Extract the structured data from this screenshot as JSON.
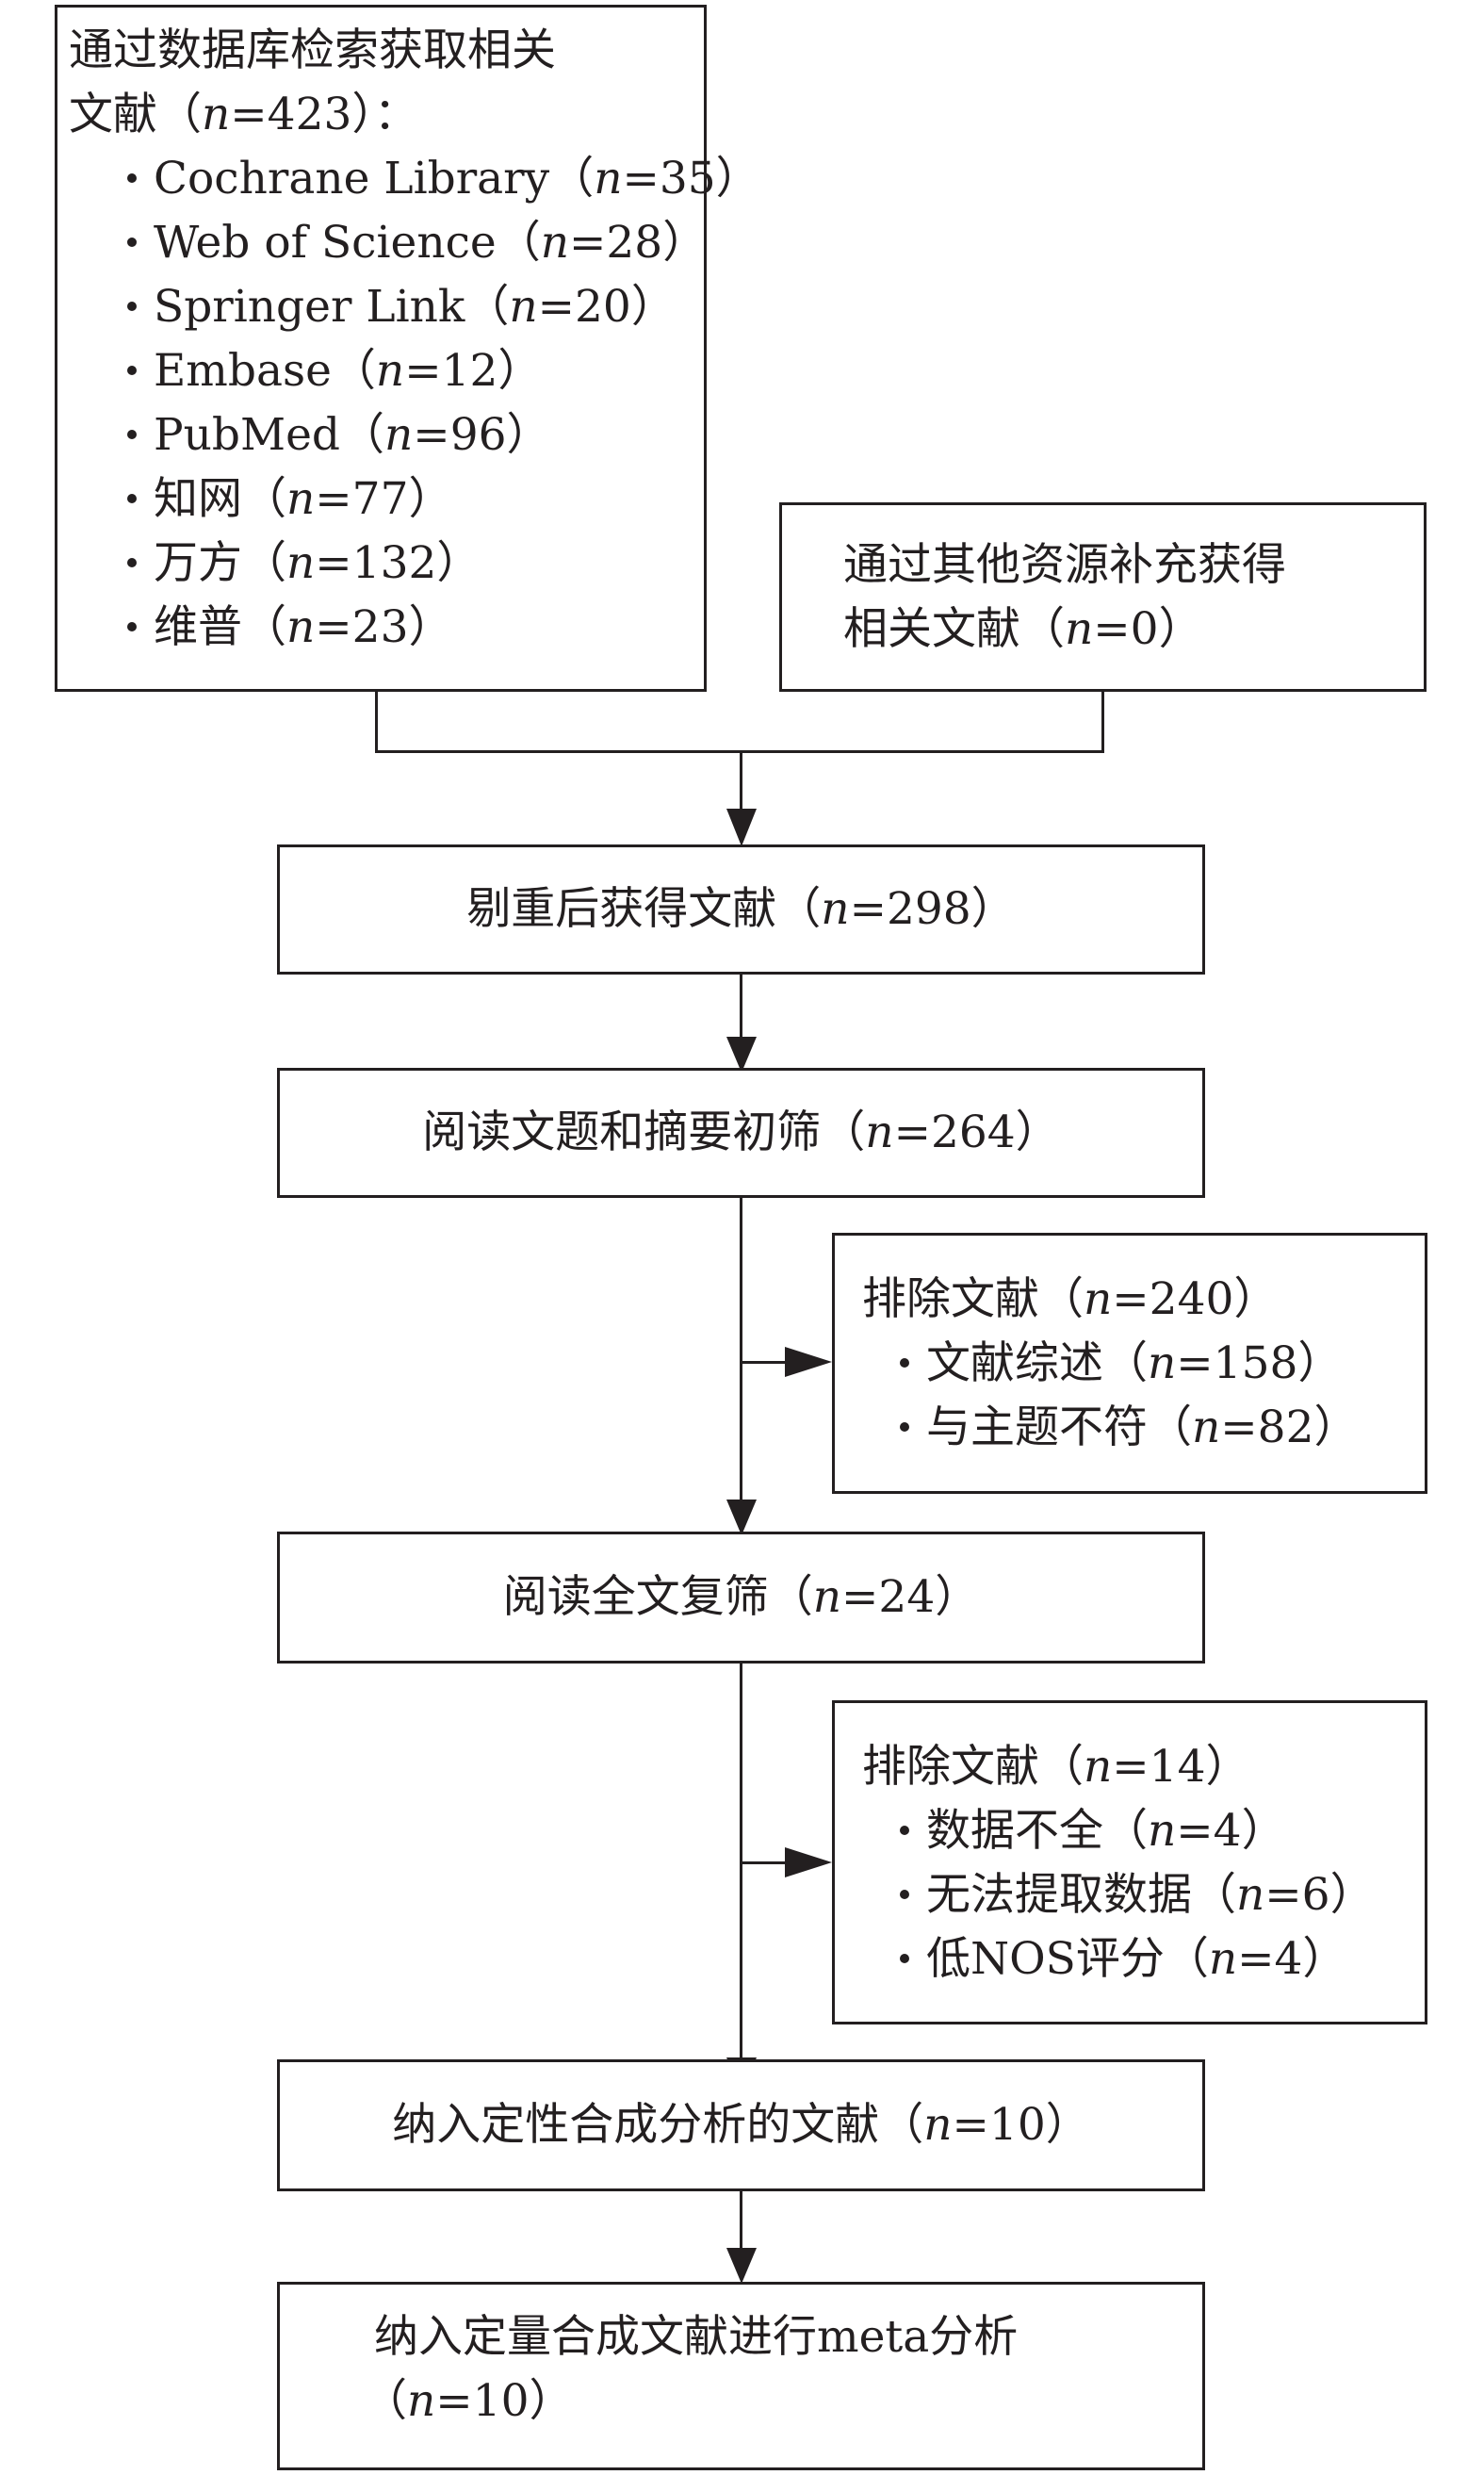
{
  "db_box": {
    "line1": "通过数据库检索获取相关",
    "line2": "文献（n=423）：",
    "items": [
      "Cochrane Library（n=35）",
      "Web of Science（n=28）",
      "Springer Link（n=20）",
      "Embase（n=12）",
      "PubMed（n=96）",
      "知网（n=77）",
      "万方（n=132）",
      "维普（n=23）"
    ]
  },
  "other_box": {
    "line1": "通过其他资源补充获得",
    "line2": "相关文献（n=0）"
  },
  "dedup_box": {
    "text": "剔重后获得文献（n=298）"
  },
  "screen_box": {
    "text": "阅读文题和摘要初筛（n=264）"
  },
  "exclude1_box": {
    "title": "排除文献（n=240）",
    "items": [
      "文献综述（n=158）",
      "与主题不符（n=82）"
    ]
  },
  "fulltext_box": {
    "text": "阅读全文复筛（n=24）"
  },
  "exclude2_box": {
    "title": "排除文献（n=14）",
    "items": [
      "数据不全（n=4）",
      "无法提取数据（n=6）",
      "低NOS评分（n=4）"
    ]
  },
  "qual_box": {
    "text": "纳入定性合成分析的文献（n=10）"
  },
  "quant_box": {
    "line1": "纳入定量合成文献进行meta分析",
    "line2": "（n=10）"
  }
}
